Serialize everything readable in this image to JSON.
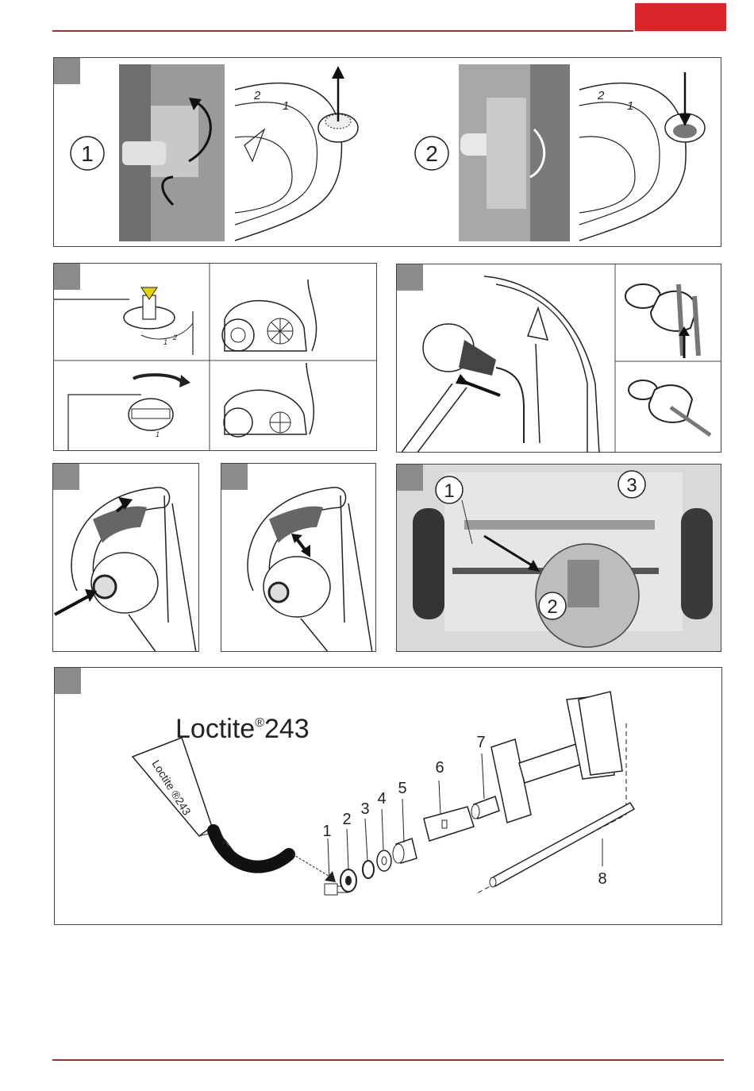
{
  "header": {
    "accent_color": "#d9262b",
    "rule_color": "#b0272c"
  },
  "panel1": {
    "step_a": "1",
    "step_b": "2",
    "scale_a": "2",
    "scale_b": "1"
  },
  "panel2": {
    "scale_a": "2",
    "scale_b": "1"
  },
  "panel6": {
    "callout_a": "1",
    "callout_b": "2",
    "callout_c": "3"
  },
  "panel7": {
    "product_label": "Loctite",
    "product_reg": "®",
    "product_number": "243",
    "tube_text": "Loctite ®243",
    "parts": [
      "1",
      "2",
      "3",
      "4",
      "5",
      "6",
      "7",
      "8"
    ]
  }
}
